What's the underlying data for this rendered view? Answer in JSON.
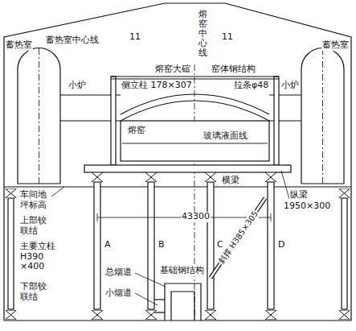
{
  "diagram": {
    "labels": [
      "蓄热室",
      "蓄热室",
      "蓄热室中心线",
      "熔窑中心线",
      "熔窑大碹",
      "窑体钢结构",
      "侧立柱 178×307",
      "拉条φ48",
      "小炉",
      "小炉",
      "熔窑",
      "玻璃液面线",
      "车间地坪标高",
      "上部铰联结",
      "横梁",
      "纵梁",
      "1950×300",
      "43300",
      "主要立柱 H390 ×400",
      "A",
      "B",
      "C",
      "D",
      "总烟道",
      "斜撑 H385×305",
      "小烟道",
      "基础钢结构",
      "下部铰联结",
      "11",
      "11"
    ]
  }
}
